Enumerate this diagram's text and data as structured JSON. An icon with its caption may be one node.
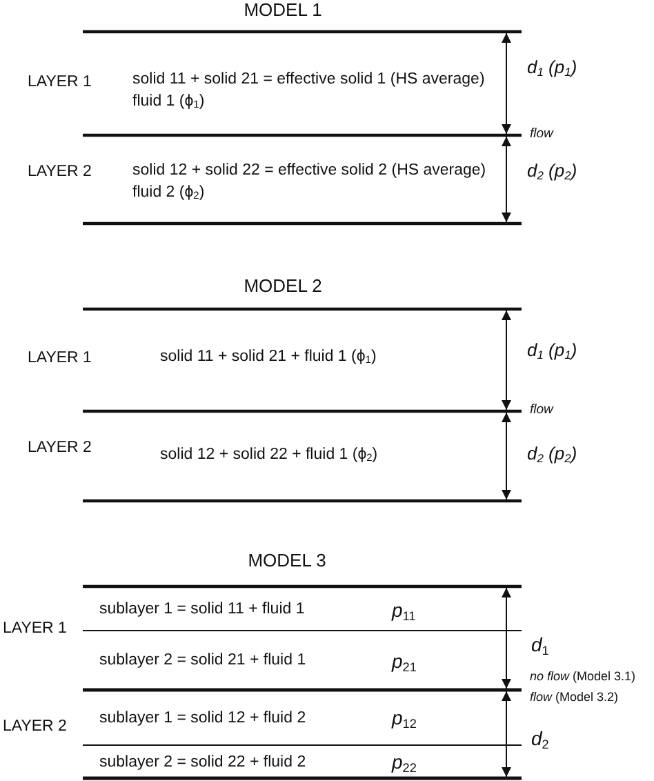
{
  "diagram": {
    "labels": [
      "MODEL 1",
      "*d*$_{1}$  (*p*$_{1}$)",
      "LAYER 1",
      "solid 11 + solid 21 = effective solid 1 (HS average)",
      "fluid 1  (ϕ$_{1}$)",
      "flow",
      "*d*$_{2}$  (*p*$_{2}$)",
      "LAYER 2",
      "solid 12 + solid 22 = effective solid 2 (HS average)",
      "fluid 2  (ϕ$_{2}$)",
      "MODEL 2",
      "*d*$_{1}$  (*p*$_{1}$)",
      "LAYER 1",
      "solid 11 + solid 21 + fluid 1  (ϕ$_{1}$)",
      "flow",
      "LAYER 2",
      "solid 12 + solid 22 + fluid 1  (ϕ$_{2}$)",
      "*d*$_{2}$  (*p*$_{2}$)",
      "MODEL 3",
      "sublayer 1 = solid 11 + fluid 1",
      "*p*$_{11}$",
      "LAYER 1",
      "*d*$_{1}$",
      "sublayer 2 = solid 21 + fluid 1",
      "*p*$_{21}$",
      "*no flow* (Model 3.1)",
      "*flow* (Model 3.2)",
      "LAYER 2",
      "sublayer 1 = solid 12 + fluid 2",
      "*p*$_{12}$",
      "*d*$_{2}$",
      "sublayer 2 = solid 22 + fluid 2",
      "*p*$_{22}$"
    ]
  }
}
